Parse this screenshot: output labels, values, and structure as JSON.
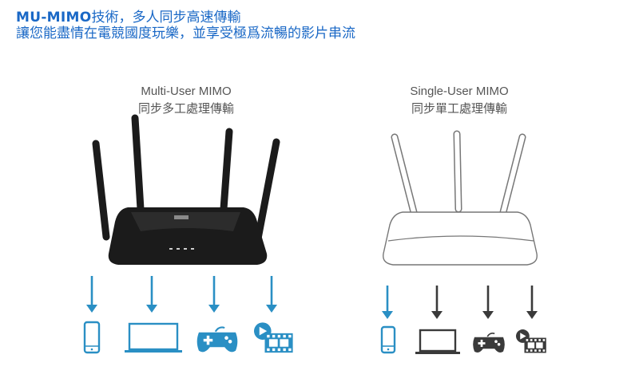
{
  "heading": {
    "title_bold": "MU-MIMO",
    "title_rest": "技術，多人同步高速傳輸",
    "subtitle": "讓您能盡情在電競國度玩樂，並享受極爲流暢的影片串流"
  },
  "panels": [
    {
      "title": "Multi-User MIMO",
      "subtitle": "同步多工處理傳輸",
      "router_style": "solid",
      "antennas": 4,
      "arrows": [
        "accent",
        "accent",
        "accent",
        "accent"
      ],
      "devices": [
        "phone-icon",
        "laptop-icon",
        "gamepad-icon",
        "video-icon"
      ]
    },
    {
      "title": "Single-User MIMO",
      "subtitle": "同步單工處理傳輸",
      "router_style": "outline",
      "antennas": 3,
      "arrows": [
        "accent",
        "dark",
        "dark",
        "dark"
      ],
      "devices": [
        "phone-icon",
        "laptop-icon",
        "gamepad-icon",
        "video-icon"
      ]
    }
  ],
  "colors": {
    "accent": "#2a8fc4",
    "dark": "#3a3a3a",
    "heading": "#1a68c6",
    "router_solid": "#1b1b1b",
    "router_outline": "#777777"
  }
}
